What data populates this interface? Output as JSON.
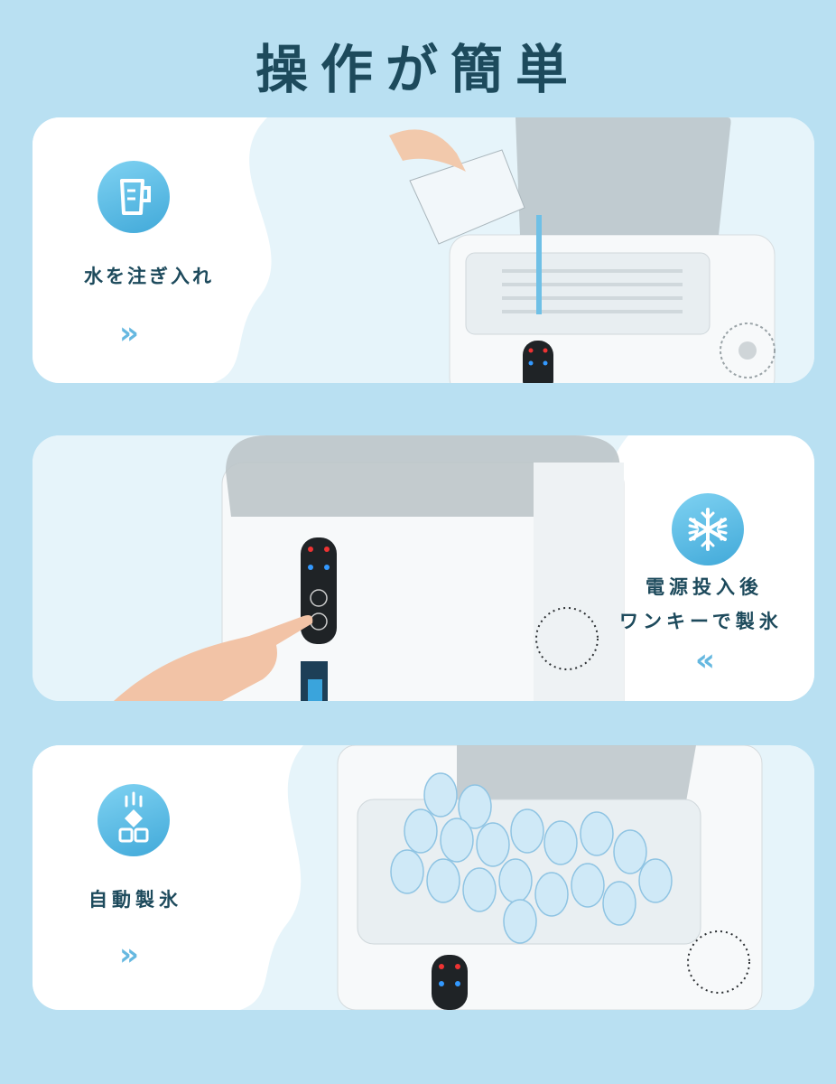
{
  "title": "操作が簡単",
  "steps": [
    {
      "label": "水を注ぎ入れ",
      "icon": "water-pitcher-icon",
      "arrow": "»"
    },
    {
      "label_lines": [
        "電源投入後",
        "ワンキーで製氷"
      ],
      "icon": "snowflake-icon",
      "arrow": "«"
    },
    {
      "label": "自動製氷",
      "icon": "ice-cubes-icon",
      "arrow": "»"
    }
  ],
  "colors": {
    "background": "#b9e0f2",
    "title": "#1d4a5c",
    "icon_accent": "#41a9d9",
    "card": "#eef8fc"
  }
}
